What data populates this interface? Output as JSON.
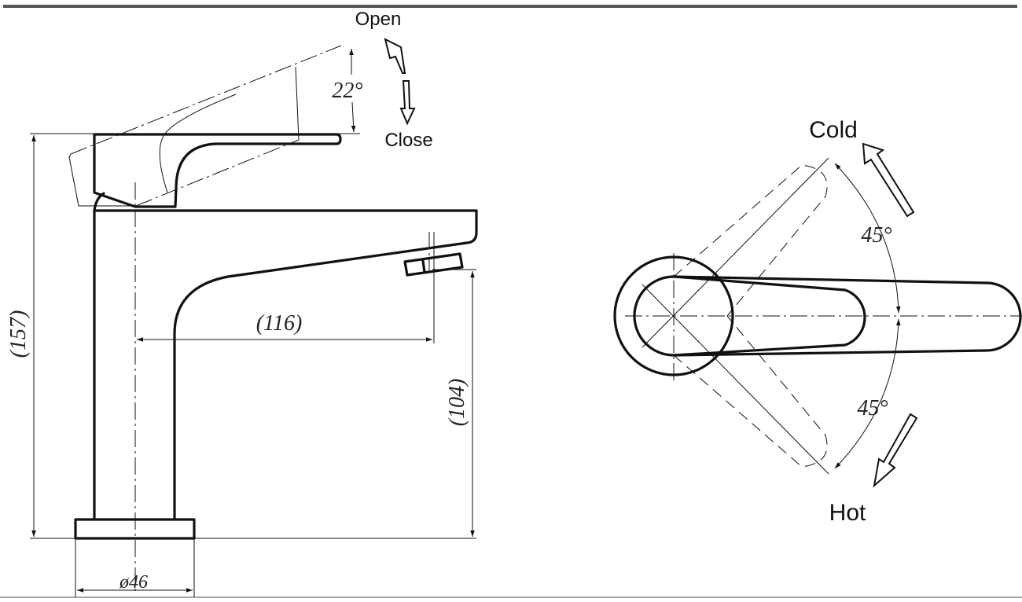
{
  "side_view": {
    "open_label": "Open",
    "close_label": "Close",
    "handle_angle": "22°",
    "reach_dim": "(116)",
    "height_dim": "(157)",
    "spout_height_dim": "(104)",
    "base_diameter_dim": "ø46"
  },
  "top_view": {
    "cold_label": "Cold",
    "hot_label": "Hot",
    "cold_angle": "45°",
    "hot_angle": "45°"
  }
}
